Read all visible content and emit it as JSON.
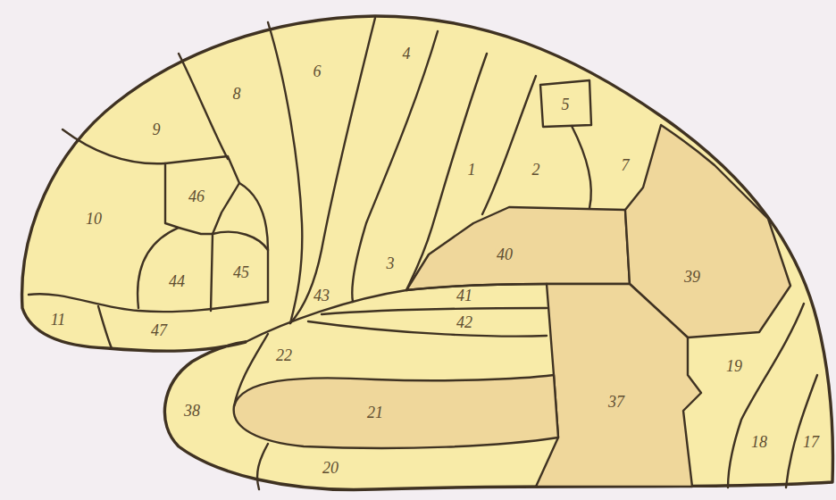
{
  "diagram": {
    "labels": [
      "8",
      "6",
      "4",
      "5",
      "9",
      "7",
      "2",
      "1",
      "46",
      "10",
      "40",
      "3",
      "45",
      "44",
      "39",
      "43",
      "41",
      "11",
      "42",
      "47",
      "22",
      "19",
      "37",
      "38",
      "21",
      "18",
      "17",
      "20"
    ]
  }
}
